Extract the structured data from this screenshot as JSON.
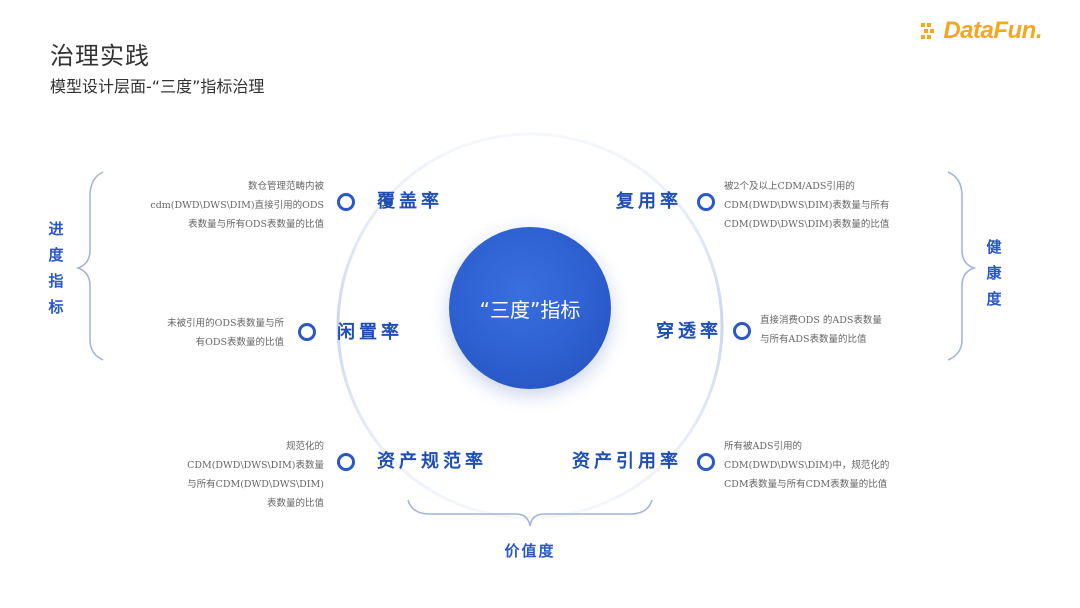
{
  "header": {
    "title": "治理实践",
    "subtitle": "模型设计层面-“三度”指标治理"
  },
  "logo": {
    "text": "DataFun."
  },
  "center": {
    "label": "“三度”指标"
  },
  "metrics": {
    "coverage": {
      "label": "覆盖率",
      "desc": [
        "数仓管理范畴内被",
        "cdm(DWD\\DWS\\DIM)直接引用的ODS",
        "表数量与所有ODS表数量的比值"
      ]
    },
    "idle": {
      "label": "闲置率",
      "desc": [
        "未被引用的ODS表数量与所",
        "有ODS表数量的比值"
      ]
    },
    "standard": {
      "label": "资产规范率",
      "desc": [
        "规范化的",
        "CDM(DWD\\DWS\\DIM)表数量",
        "与所有CDM(DWD\\DWS\\DIM)",
        "表数量的比值"
      ]
    },
    "reuse": {
      "label": "复用率",
      "desc": [
        "被2个及以上CDM/ADS引用的",
        "CDM(DWD\\DWS\\DIM)表数量与所有",
        "CDM(DWD\\DWS\\DIM)表数量的比值"
      ]
    },
    "penetration": {
      "label": "穿透率",
      "desc": [
        "直接消费ODS 的ADS表数量",
        "与所有ADS表数量的比值"
      ]
    },
    "reference": {
      "label": "资产引用率",
      "desc": [
        "所有被ADS引用的",
        "CDM(DWD\\DWS\\DIM)中，规范化的",
        "CDM表数量与所有CDM表数量的比值"
      ]
    }
  },
  "groups": {
    "progress": [
      "进",
      "度",
      "指",
      "标"
    ],
    "health": [
      "健",
      "康",
      "度"
    ],
    "value": "价值度"
  },
  "colors": {
    "accent": "#2b58c8",
    "center": "#2d5fcf",
    "logo": "#f5a623"
  }
}
